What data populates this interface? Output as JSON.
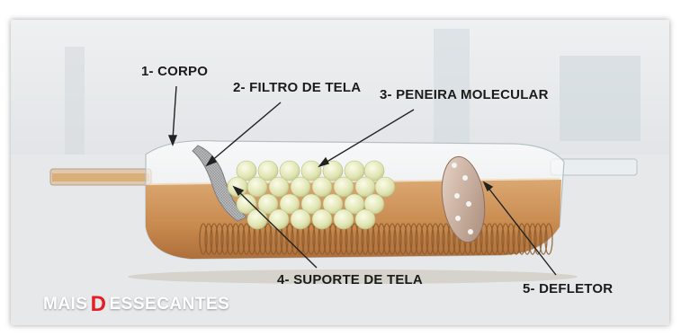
{
  "labels": {
    "corpo": "1- CORPO",
    "filtro": "2- FILTRO DE TELA",
    "peneira": "3- PENEIRA MOLECULAR",
    "suporte": "4- SUPORTE DE TELA",
    "defletor": "5- DEFLETOR"
  },
  "logo": {
    "part1": "MAIS",
    "letter": "D",
    "part2": "ESSECANTES",
    "accent_color": "#e31e24"
  },
  "colors": {
    "liquid": "#c98a4c",
    "glass": "#e8eef0",
    "beads": "#e9edc4"
  }
}
